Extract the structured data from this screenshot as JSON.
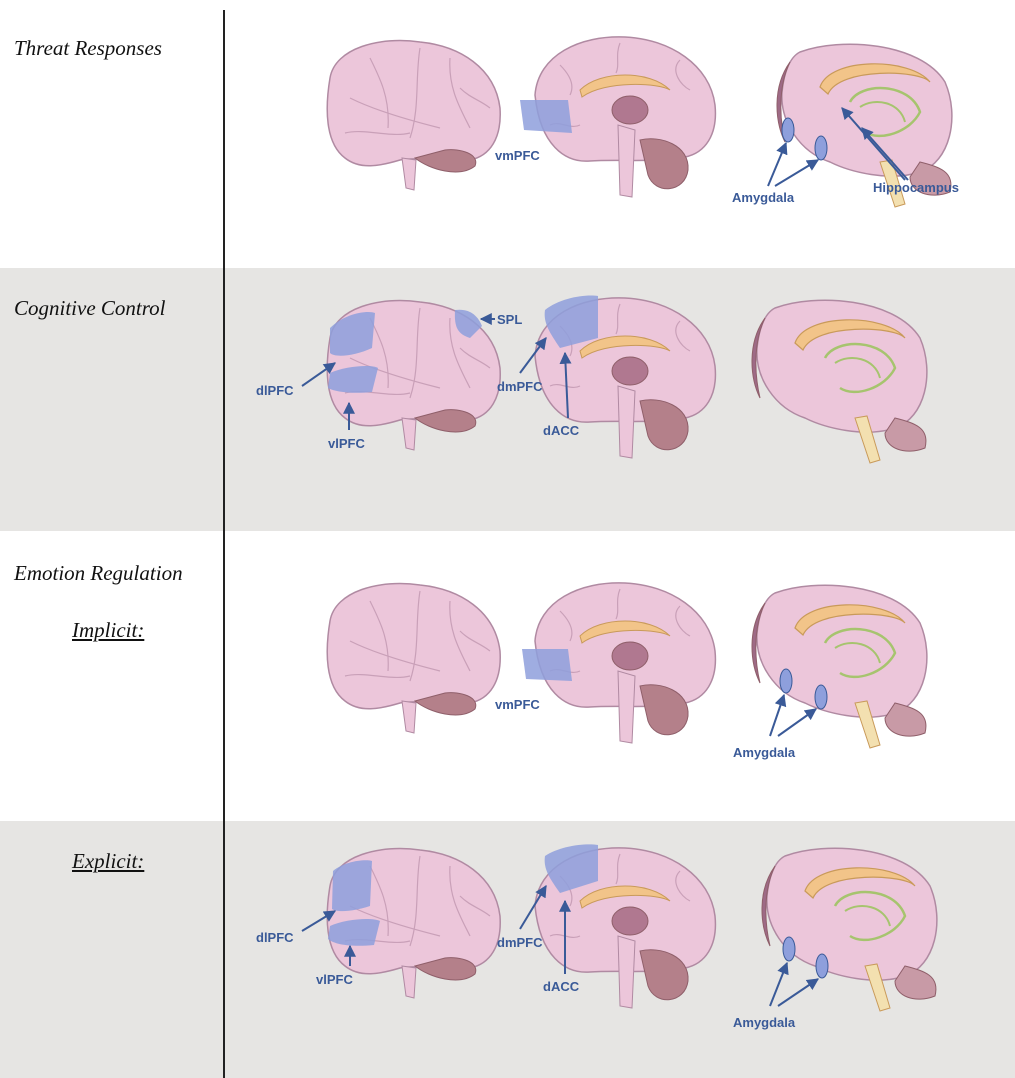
{
  "sections": {
    "threat": {
      "title": "Threat Responses",
      "labels": {
        "vmpfc": "vmPFC",
        "amygdala": "Amygdala",
        "hippocampus": "Hippocampus"
      }
    },
    "cognitive": {
      "title": "Cognitive Control",
      "labels": {
        "dlpfc": "dlPFC",
        "vlpfc": "vlPFC",
        "spl": "SPL",
        "dmpfc": "dmPFC",
        "dacc": "dACC"
      }
    },
    "emotion": {
      "title": "Emotion Regulation",
      "implicit": {
        "subtitle": "Implicit:",
        "labels": {
          "vmpfc": "vmPFC",
          "amygdala": "Amygdala"
        }
      },
      "explicit": {
        "subtitle": "Explicit:",
        "labels": {
          "dlpfc": "dlPFC",
          "vlpfc": "vlPFC",
          "dmpfc": "dmPFC",
          "dacc": "dACC",
          "amygdala": "Amygdala"
        }
      }
    }
  },
  "colors": {
    "brain": "#ecc6da",
    "brain_stroke": "#b08aa2",
    "highlight": "#8e9fdc",
    "label": "#3a5a98",
    "shaded_row": "#e6e5e3",
    "cerebellum": "#b4808a",
    "corpus_callosum": "#f2c489",
    "limbic": "#a6c46e"
  }
}
